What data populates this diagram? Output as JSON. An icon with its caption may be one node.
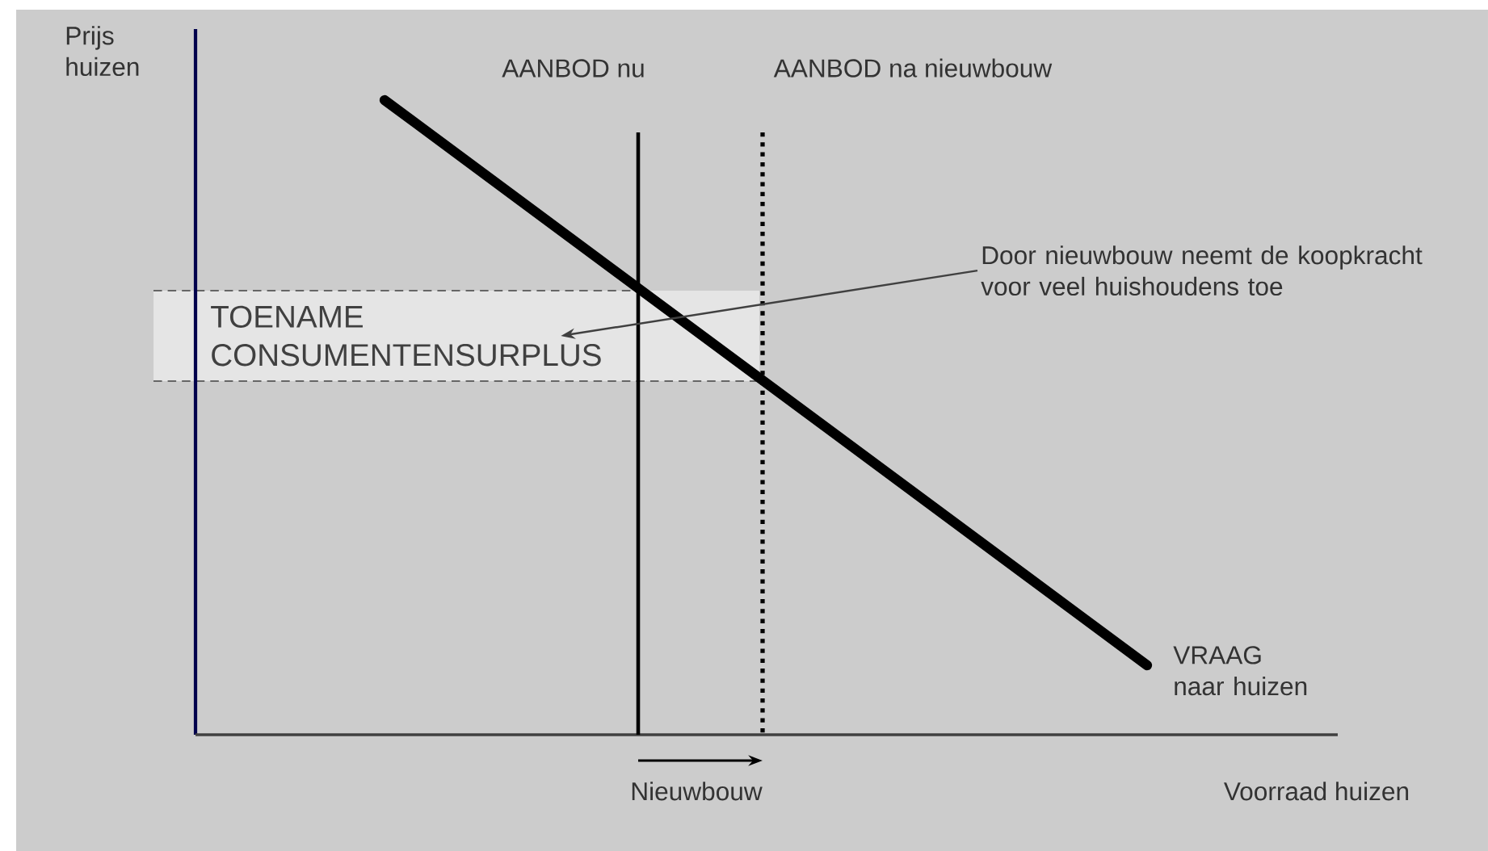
{
  "diagram": {
    "nodes": [
      {
        "text": [
          "TOENAME CONSUMENTENSURPLUS"
        ]
      },
      {
        "text": [
          "Door nieuwbouw neemt de koopkracht voor veel huishoudens toe"
        ]
      }
    ],
    "edges": [
      {
        "from": 1,
        "to": 0,
        "arrow": "to"
      }
    ],
    "labels": [
      "Prijs huizen",
      "AANBOD nu",
      "AANBOD na nieuwbouw",
      "VRAAG naar huizen",
      "Nieuwbouw",
      "Voorraad huizen"
    ]
  }
}
